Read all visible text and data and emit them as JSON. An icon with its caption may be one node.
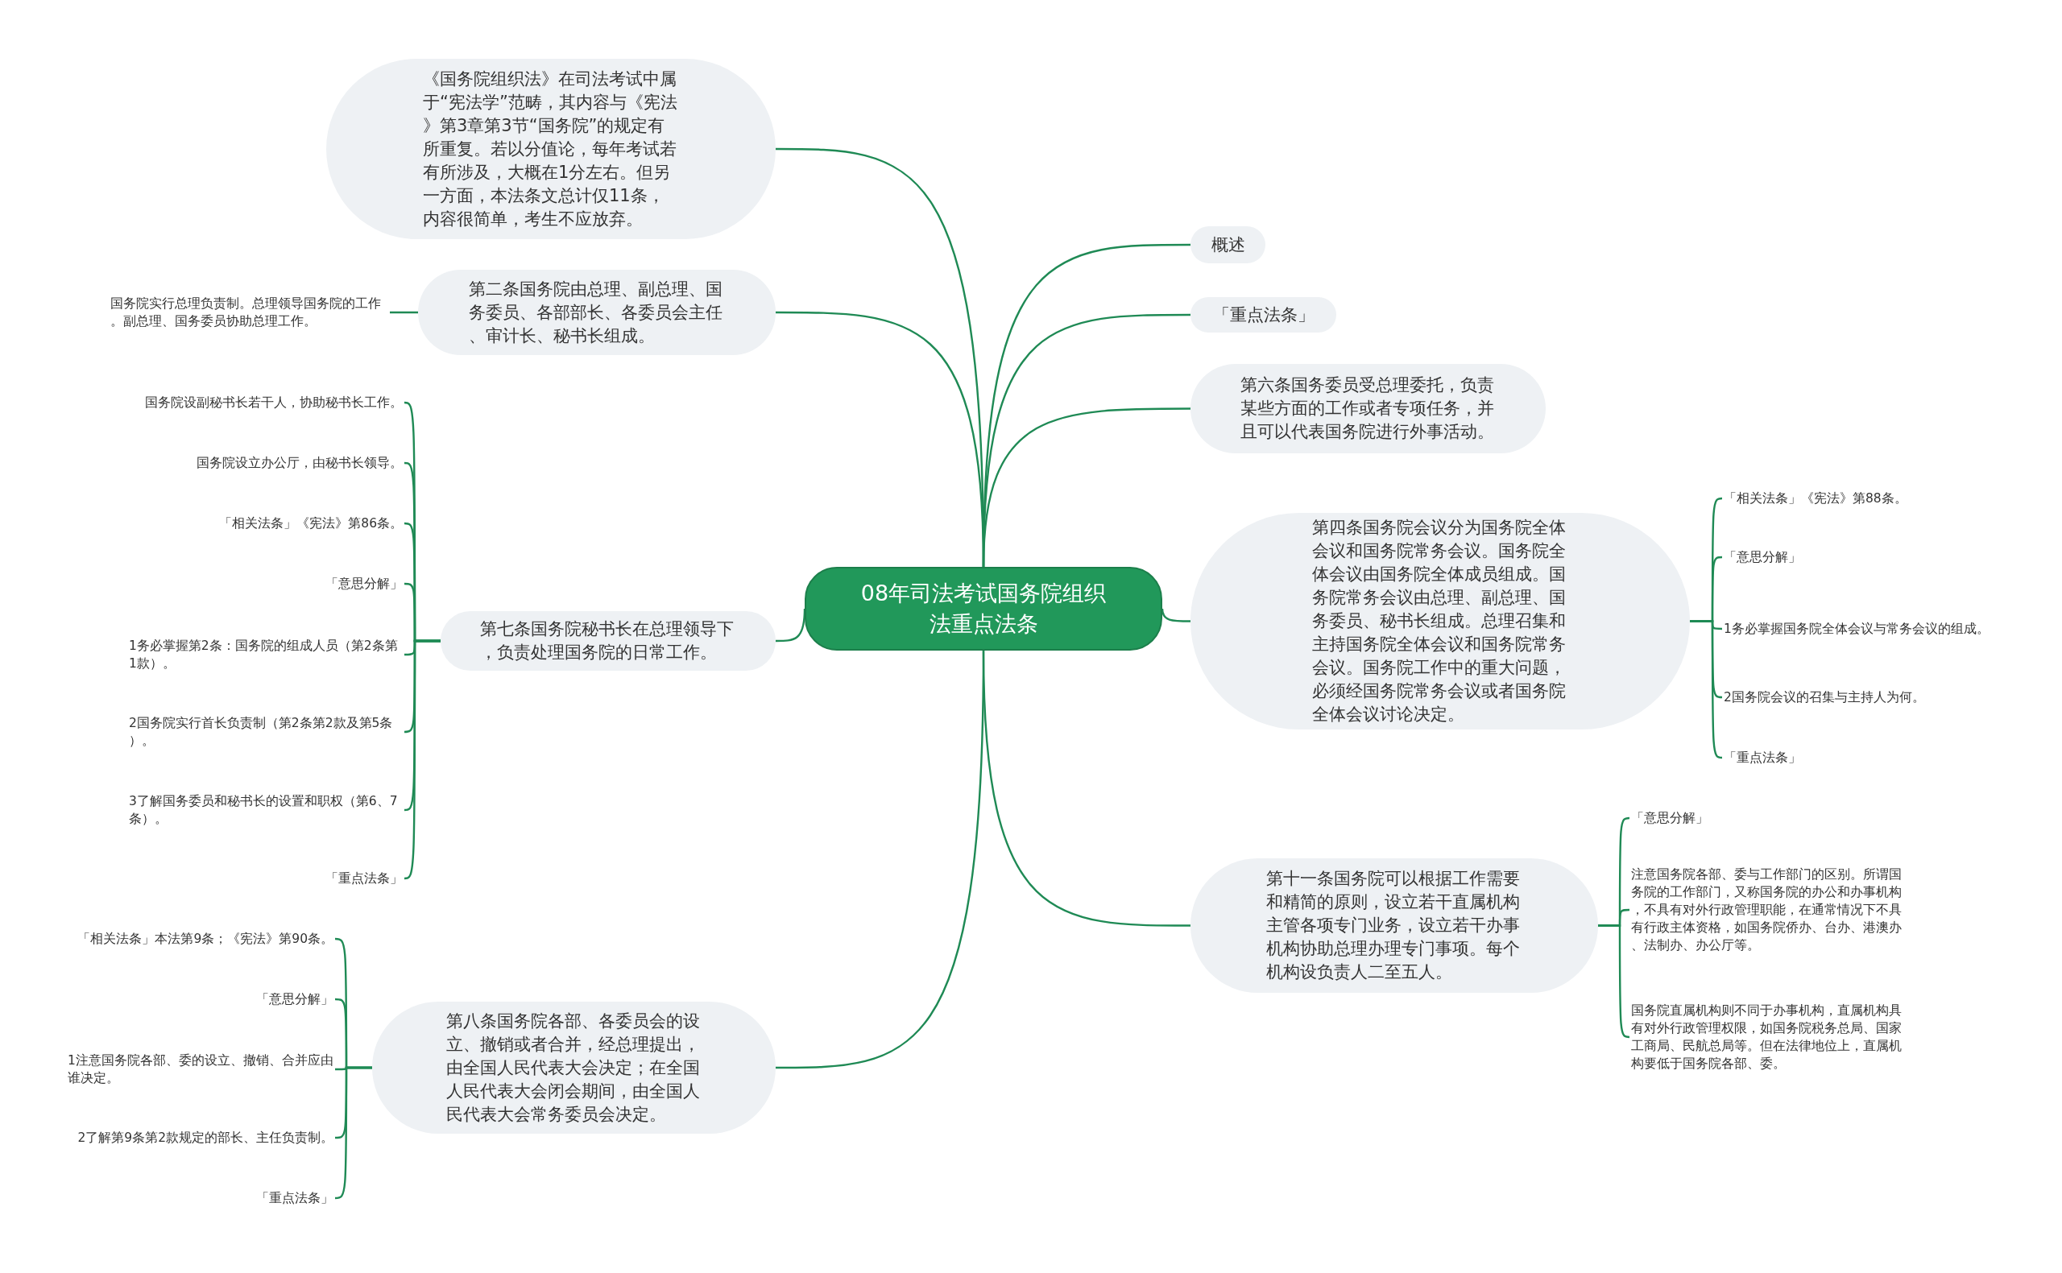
{
  "diagram": {
    "nodes": [
      {
        "text": [
          "08年司法考试国务院组织法重点法条"
        ]
      },
      {
        "text": [
          "《国务院组织法》在司法考试中属于“宪法学”范畴，其内容与《宪法》第3章第3节“国务院”的规定有所重复。若以分值论，每年考试若有所涉及，大概在1分左右。但另一方面，本法条文总计仅11条，内容很简单，考生不应放弃。"
        ]
      },
      {
        "text": [
          "第二条国务院由总理、副总理、国务委员、各部部长、各委员会主任、审计长、秘书长组成。"
        ]
      },
      {
        "text": [
          "国务院实行总理负责制。总理领导国务院的工作。副总理、国务委员协助总理工作。"
        ]
      },
      {
        "text": [
          "第七条国务院秘书长在总理领导下，负责处理国务院的日常工作。"
        ]
      },
      {
        "text": [
          "国务院设副秘书长若干人，协助秘书长工作。"
        ]
      },
      {
        "text": [
          "国务院设立办公厅，由秘书长领导。"
        ]
      },
      {
        "text": [
          "「相关法条」《宪法》第86条。"
        ]
      },
      {
        "text": [
          "「意思分解」"
        ]
      },
      {
        "text": [
          "1务必掌握第2条：国务院的组成人员（第2条第1款）。"
        ]
      },
      {
        "text": [
          "2国务院实行首长负责制（第2条第2款及第5条）。"
        ]
      },
      {
        "text": [
          "3了解国务委员和秘书长的设置和职权（第6、7条）。"
        ]
      },
      {
        "text": [
          "「重点法条」"
        ]
      },
      {
        "text": [
          "第八条国务院各部、各委员会的设立、撤销或者合并，经总理提出，由全国人民代表大会决定；在全国人民代表大会闭会期间，由全国人民代表大会常务委员会决定。"
        ]
      },
      {
        "text": [
          "「相关法条」本法第9条；《宪法》第90条。"
        ]
      },
      {
        "text": [
          "「意思分解」"
        ]
      },
      {
        "text": [
          "1注意国务院各部、委的设立、撤销、合并应由谁决定。"
        ]
      },
      {
        "text": [
          "2了解第9条第2款规定的部长、主任负责制。"
        ]
      },
      {
        "text": [
          "「重点法条」"
        ]
      },
      {
        "text": [
          "概述"
        ]
      },
      {
        "text": [
          "「重点法条」"
        ]
      },
      {
        "text": [
          "第六条国务委员受总理委托，负责某些方面的工作或者专项任务，并且可以代表国务院进行外事活动。"
        ]
      },
      {
        "text": [
          "第四条国务院会议分为国务院全体会议和国务院常务会议。国务院全体会议由国务院全体成员组成。国务院常务会议由总理、副总理、国务委员、秘书长组成。总理召集和主持国务院全体会议和国务院常务会议。国务院工作中的重大问题，必须经国务院常务会议或者国务院全体会议讨论决定。"
        ]
      },
      {
        "text": [
          "「相关法条」《宪法》第88条。"
        ]
      },
      {
        "text": [
          "「意思分解」"
        ]
      },
      {
        "text": [
          "1务必掌握国务院全体会议与常务会议的组成。"
        ]
      },
      {
        "text": [
          "2国务院会议的召集与主持人为何。"
        ]
      },
      {
        "text": [
          "「重点法条」"
        ]
      },
      {
        "text": [
          "第十一条国务院可以根据工作需要和精简的原则，设立若干直属机构主管各项专门业务，设立若干办事机构协助总理办理专门事项。每个机构设负责人二至五人。"
        ]
      },
      {
        "text": [
          "「意思分解」"
        ]
      },
      {
        "text": [
          "注意国务院各部、委与工作部门的区别。所谓国务院的工作部门，又称国务院的办公和办事机构，不具有对外行政管理职能，在通常情况下不具有行政主体资格，如国务院侨办、台办、港澳办、法制办、办公厅等。"
        ]
      },
      {
        "text": [
          "国务院直属机构则不同于办事机构，直属机构具有对外行政管理权限，如国务院税务总局、国家工商局、民航总局等。但在法律地位上，直属机构要低于国务院各部、委。"
        ]
      }
    ],
    "edges": [
      {
        "from": 0,
        "to": 1,
        "arrow": "none"
      },
      {
        "from": 0,
        "to": 2,
        "arrow": "none"
      },
      {
        "from": 0,
        "to": 4,
        "arrow": "none"
      },
      {
        "from": 0,
        "to": 13,
        "arrow": "none"
      },
      {
        "from": 0,
        "to": 19,
        "arrow": "none"
      },
      {
        "from": 0,
        "to": 20,
        "arrow": "none"
      },
      {
        "from": 0,
        "to": 21,
        "arrow": "none"
      },
      {
        "from": 0,
        "to": 22,
        "arrow": "none"
      },
      {
        "from": 0,
        "to": 28,
        "arrow": "none"
      },
      {
        "from": 2,
        "to": 3,
        "arrow": "none"
      },
      {
        "from": 4,
        "to": 5,
        "arrow": "none"
      },
      {
        "from": 4,
        "to": 6,
        "arrow": "none"
      },
      {
        "from": 4,
        "to": 7,
        "arrow": "none"
      },
      {
        "from": 4,
        "to": 8,
        "arrow": "none"
      },
      {
        "from": 4,
        "to": 9,
        "arrow": "none"
      },
      {
        "from": 4,
        "to": 10,
        "arrow": "none"
      },
      {
        "from": 4,
        "to": 11,
        "arrow": "none"
      },
      {
        "from": 4,
        "to": 12,
        "arrow": "none"
      },
      {
        "from": 13,
        "to": 14,
        "arrow": "none"
      },
      {
        "from": 13,
        "to": 15,
        "arrow": "none"
      },
      {
        "from": 13,
        "to": 16,
        "arrow": "none"
      },
      {
        "from": 13,
        "to": 17,
        "arrow": "none"
      },
      {
        "from": 13,
        "to": 18,
        "arrow": "none"
      },
      {
        "from": 22,
        "to": 23,
        "arrow": "none"
      },
      {
        "from": 22,
        "to": 24,
        "arrow": "none"
      },
      {
        "from": 22,
        "to": 25,
        "arrow": "none"
      },
      {
        "from": 22,
        "to": 26,
        "arrow": "none"
      },
      {
        "from": 22,
        "to": 27,
        "arrow": "none"
      },
      {
        "from": 28,
        "to": 29,
        "arrow": "none"
      },
      {
        "from": 28,
        "to": 30,
        "arrow": "none"
      },
      {
        "from": 28,
        "to": 31,
        "arrow": "none"
      }
    ]
  }
}
